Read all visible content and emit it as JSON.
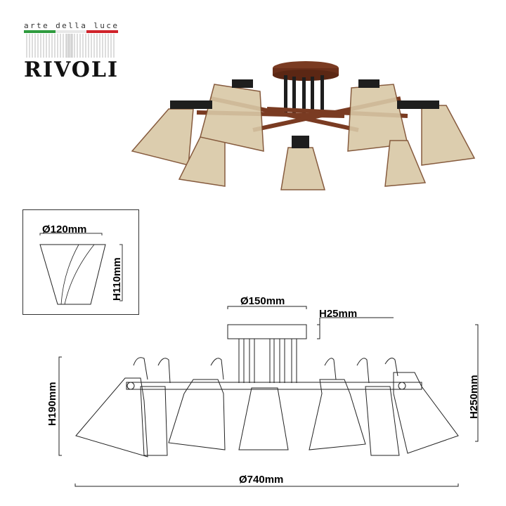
{
  "brand": {
    "tagline": "arte della luce",
    "name": "RIVOLI",
    "flag_colors": [
      "#2e9b3e",
      "#ffffff",
      "#d0232a"
    ]
  },
  "product_photo": {
    "description": "7-arm ceiling chandelier, dark wood-brown base with black fittings and amber glass shades",
    "colors": {
      "wood": "#7a3b22",
      "metal": "#1e1e1e",
      "glass": "#d9c8a6"
    }
  },
  "shade_detail": {
    "diameter_label": "Ø120mm",
    "height_label": "H110mm"
  },
  "drawing": {
    "base_diameter_label": "Ø150mm",
    "base_height_label": "H25mm",
    "arm_height_label": "H190mm",
    "total_height_label": "H250mm",
    "total_diameter_label": "Ø740mm"
  }
}
